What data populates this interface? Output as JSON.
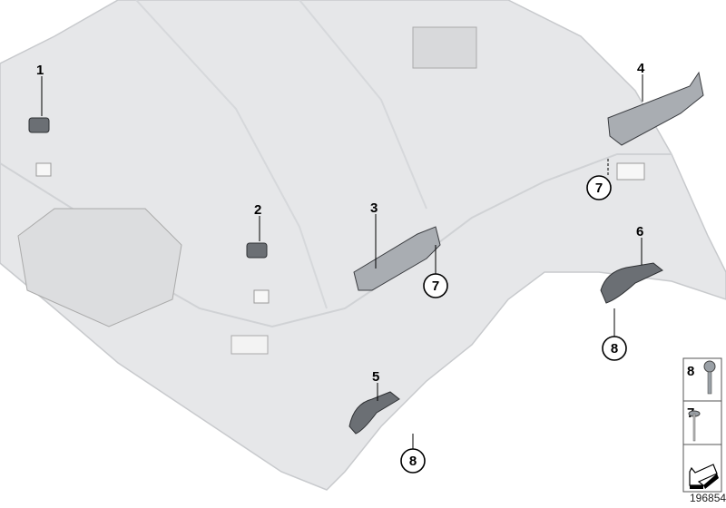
{
  "diagram": {
    "part_labels": [
      "1",
      "2",
      "3",
      "4",
      "5",
      "6"
    ],
    "circled_labels": {
      "fastener_7_a": "7",
      "fastener_7_b": "7",
      "fastener_8_a": "8",
      "fastener_8_b": "8"
    },
    "legend": {
      "rows": [
        {
          "number": "8",
          "icon": "screw-icon"
        },
        {
          "number": "7",
          "icon": "rivet-icon"
        }
      ],
      "direction_icon": "arrow-icon"
    },
    "document_number": "196854",
    "colors": {
      "headliner": "#e6e7e9",
      "part": "#6b6f74",
      "outline": "#000000"
    }
  }
}
